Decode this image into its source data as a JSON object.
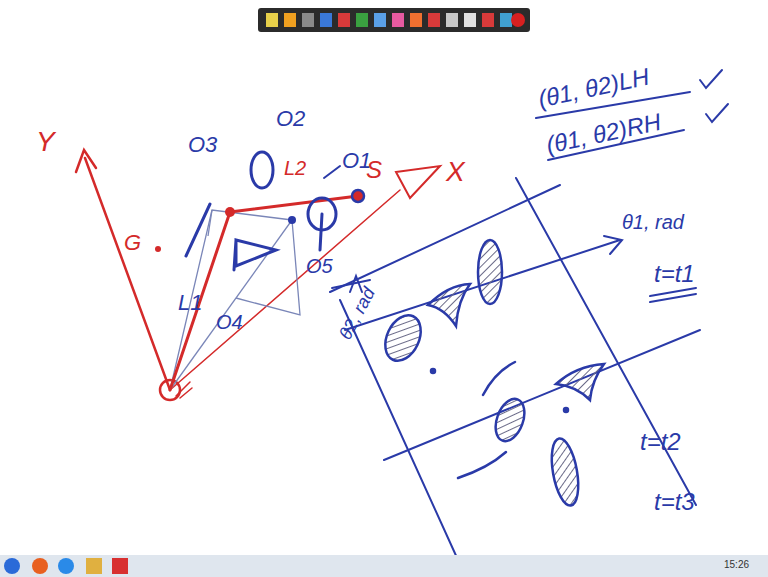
{
  "diagram": {
    "labels": [
      "Y",
      "X",
      "G",
      "O3",
      "O2",
      "L2",
      "O1",
      "S",
      "L1",
      "O4",
      "O5",
      "θ2, rad",
      "(θ1, θ2)LH",
      "(θ1, θ2)RH",
      "θ1, rad",
      "t=t1",
      "t=t2",
      "t=t3",
      "15:26"
    ]
  }
}
